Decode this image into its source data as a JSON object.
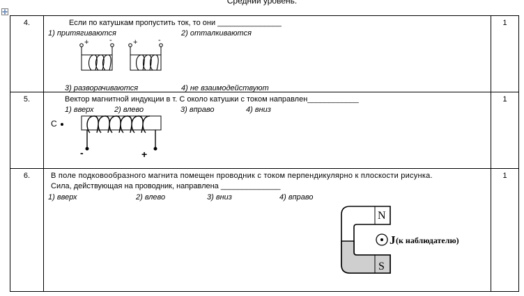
{
  "header": {
    "title": "Средний уровень."
  },
  "questions": [
    {
      "number": "4.",
      "text": "Если по катушкам пропустить ток, то они _______________",
      "options": [
        "1) притягиваются",
        "2) отталкиваются",
        "3) разворачиваются",
        "4) не взаимодействуют"
      ],
      "figure": {
        "plus": "+",
        "minus": "-"
      },
      "points": "1"
    },
    {
      "number": "5.",
      "text": "Вектор магнитной индукции в т. С около катушки с током направлен____________",
      "options": [
        "1) вверх",
        "2) влево",
        "3) вправо",
        "4) вниз"
      ],
      "figure": {
        "point_label": "С",
        "minus": "-",
        "plus": "+"
      },
      "points": "1"
    },
    {
      "number": "6.",
      "text_line1": "В поле подковообразного магнита помещен проводник с током перпендикулярно к плоскости рисунка.",
      "text_line2": "Сила, действующая на проводник, направлена ______________",
      "options": [
        "1) вверх",
        "2) влево",
        "3) вниз",
        "4) вправо"
      ],
      "figure": {
        "north": "N",
        "south": "S",
        "current": "J",
        "current_note": "(к  наблюдателю)"
      },
      "points": "1"
    }
  ]
}
